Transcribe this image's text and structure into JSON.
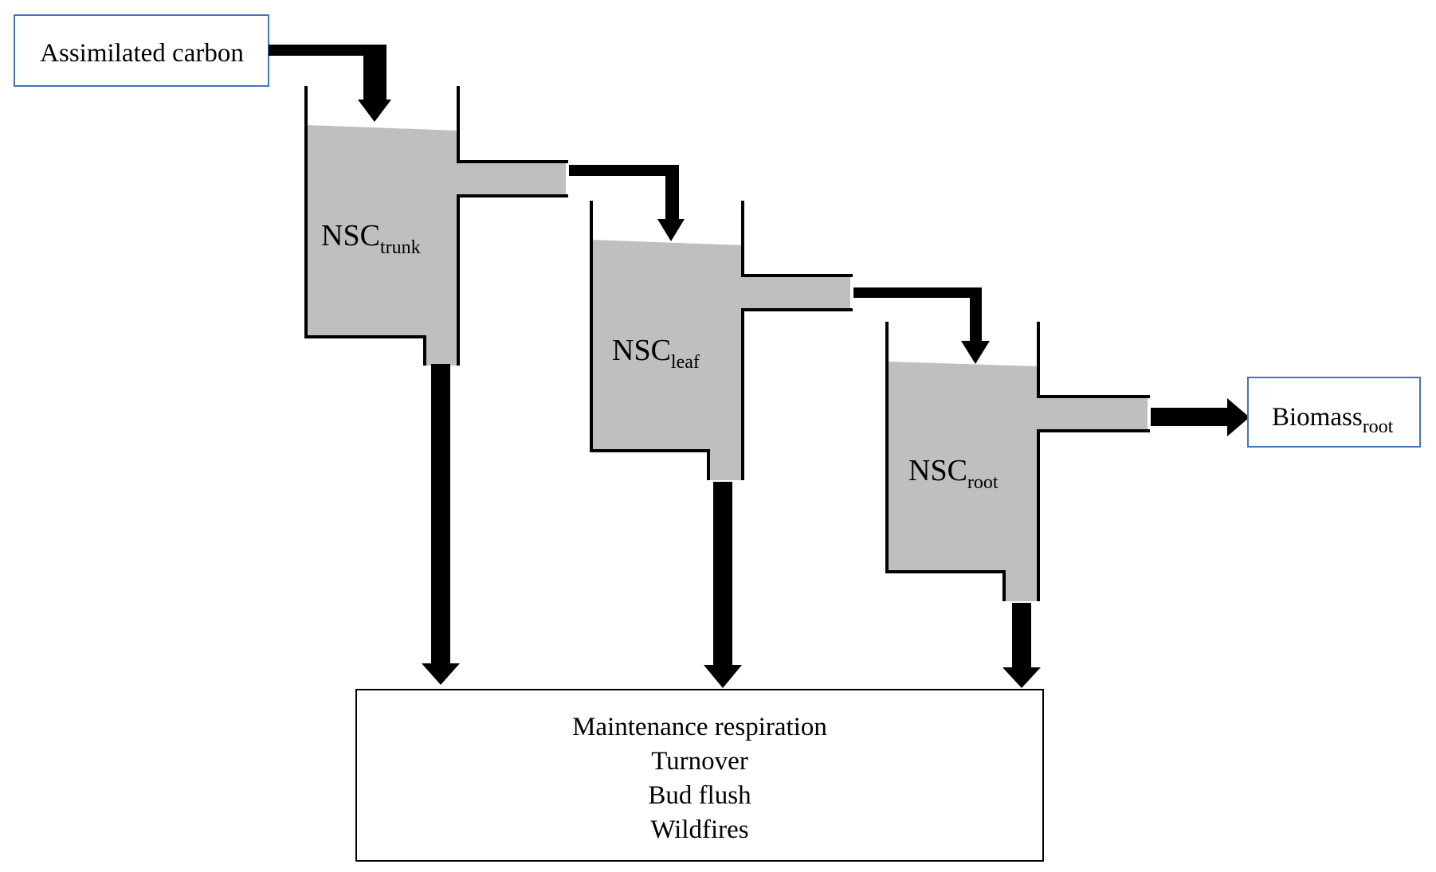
{
  "diagram": {
    "source_box": {
      "label": "Assimilated carbon"
    },
    "pools": [
      {
        "id": "trunk",
        "label": "NSC",
        "subscript": "trunk"
      },
      {
        "id": "leaf",
        "label": "NSC",
        "subscript": "leaf"
      },
      {
        "id": "root",
        "label": "NSC",
        "subscript": "root"
      }
    ],
    "sink_box": {
      "label": "Biomass",
      "subscript": "root"
    },
    "loss_box": {
      "lines": [
        "Maintenance respiration",
        "Turnover",
        "Bud flush",
        "Wildfires"
      ]
    },
    "colors": {
      "pool_fill": "#bfbfbf",
      "box_border_blue": "#4472c4",
      "arrow": "#000000",
      "wall": "#000000"
    }
  }
}
